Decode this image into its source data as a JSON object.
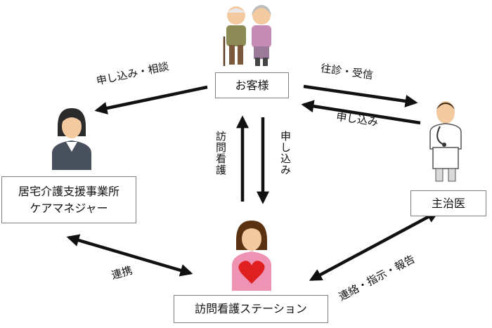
{
  "nodes": {
    "client": "お客様",
    "care_manager": [
      "居宅介護支援事業所",
      "ケアマネジャー"
    ],
    "doctor": "主治医",
    "station": "訪問看護ステーション"
  },
  "edges": {
    "client_to_caremanager": "申し込み・相談",
    "client_to_doctor": "往診・受信",
    "doctor_to_client": "申し込み",
    "station_to_client": "訪問看護",
    "client_to_station": "申し込み",
    "caremanager_station": "連携",
    "station_doctor": "連絡・指示・報告"
  },
  "icons": {
    "elderly_couple": "elderly-couple-icon",
    "care_manager": "woman-office-worker-icon",
    "doctor": "doctor-icon",
    "nurse": "nurse-with-heart-icon"
  }
}
